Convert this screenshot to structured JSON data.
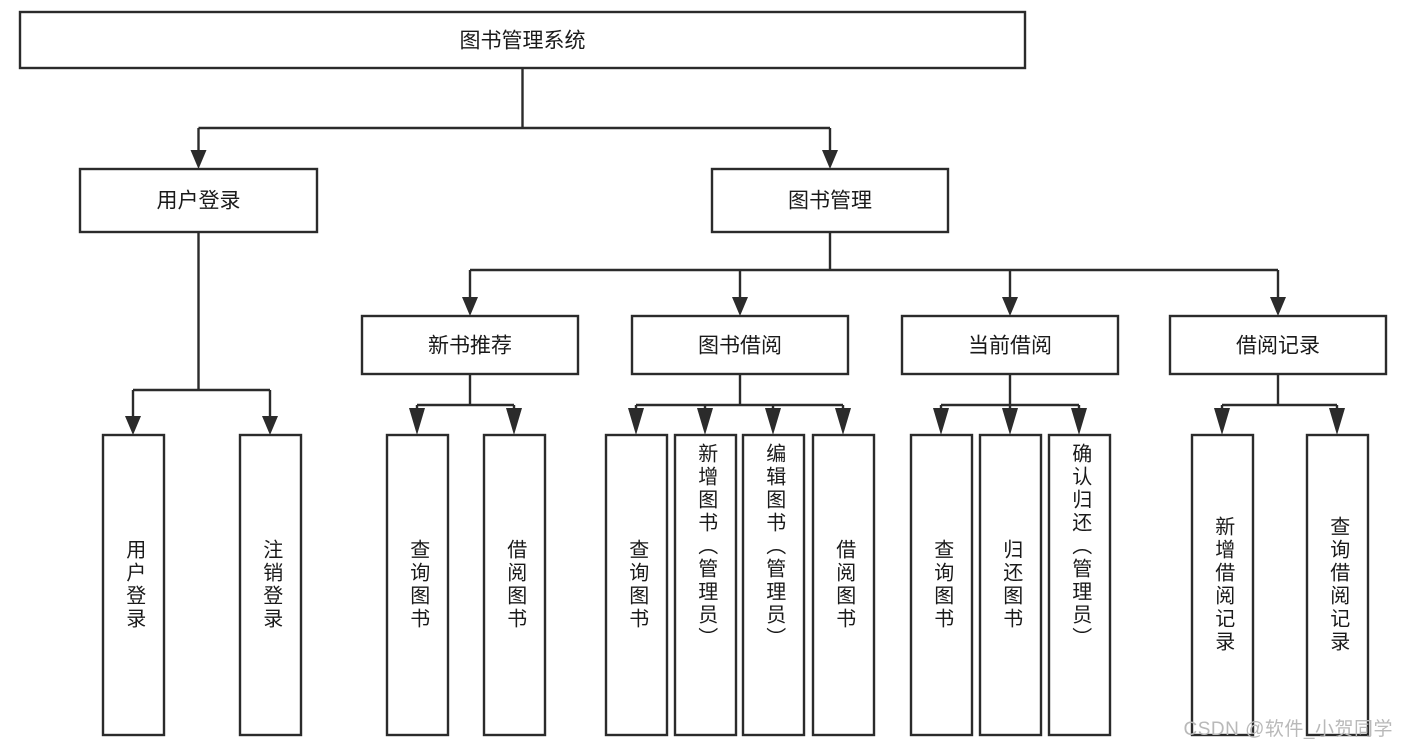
{
  "diagram": {
    "type": "tree-hierarchy-chart",
    "title": "图书管理系统",
    "orientation": "top-down",
    "root": {
      "id": "root",
      "label": "图书管理系统",
      "text_orientation": "horizontal"
    },
    "level2": [
      {
        "id": "user-login",
        "label": "用户登录",
        "text_orientation": "horizontal"
      },
      {
        "id": "book-management",
        "label": "图书管理",
        "text_orientation": "horizontal"
      }
    ],
    "level3": [
      {
        "id": "new-book-recommend",
        "label": "新书推荐",
        "parent": "book-management",
        "text_orientation": "horizontal"
      },
      {
        "id": "book-borrow",
        "label": "图书借阅",
        "parent": "book-management",
        "text_orientation": "horizontal"
      },
      {
        "id": "current-borrow",
        "label": "当前借阅",
        "parent": "book-management",
        "text_orientation": "horizontal"
      },
      {
        "id": "borrow-record",
        "label": "借阅记录",
        "parent": "book-management",
        "text_orientation": "horizontal"
      }
    ],
    "leaves": [
      {
        "id": "leaf-user-login",
        "label": "用户登录",
        "parent": "user-login",
        "text_orientation": "vertical"
      },
      {
        "id": "leaf-user-logout",
        "label": "注销登录",
        "parent": "user-login",
        "text_orientation": "vertical"
      },
      {
        "id": "leaf-query-book-1",
        "label": "查询图书",
        "parent": "new-book-recommend",
        "text_orientation": "vertical"
      },
      {
        "id": "leaf-borrow-book-1",
        "label": "借阅图书",
        "parent": "new-book-recommend",
        "text_orientation": "vertical"
      },
      {
        "id": "leaf-query-book-2",
        "label": "查询图书",
        "parent": "book-borrow",
        "text_orientation": "vertical"
      },
      {
        "id": "leaf-add-book",
        "label": "新增图书（管理员）",
        "parent": "book-borrow",
        "text_orientation": "vertical"
      },
      {
        "id": "leaf-edit-book",
        "label": "编辑图书（管理员）",
        "parent": "book-borrow",
        "text_orientation": "vertical"
      },
      {
        "id": "leaf-borrow-book-2",
        "label": "借阅图书",
        "parent": "book-borrow",
        "text_orientation": "vertical"
      },
      {
        "id": "leaf-query-book-3",
        "label": "查询图书",
        "parent": "current-borrow",
        "text_orientation": "vertical"
      },
      {
        "id": "leaf-return-book",
        "label": "归还图书",
        "parent": "current-borrow",
        "text_orientation": "vertical"
      },
      {
        "id": "leaf-confirm-return",
        "label": "确认归还（管理员）",
        "parent": "current-borrow",
        "text_orientation": "vertical"
      },
      {
        "id": "leaf-add-record",
        "label": "新增借阅记录",
        "parent": "borrow-record",
        "text_orientation": "vertical"
      },
      {
        "id": "leaf-query-record",
        "label": "查询借阅记录",
        "parent": "borrow-record",
        "text_orientation": "vertical"
      }
    ],
    "colors": {
      "box_stroke": "#2b2b2b",
      "box_fill": "#ffffff",
      "connector": "#2b2b2b",
      "text": "#1a1a1a",
      "background": "#ffffff",
      "watermark": "#b9b9b9"
    }
  },
  "watermark": {
    "text": "CSDN @软件_小贺同学"
  }
}
